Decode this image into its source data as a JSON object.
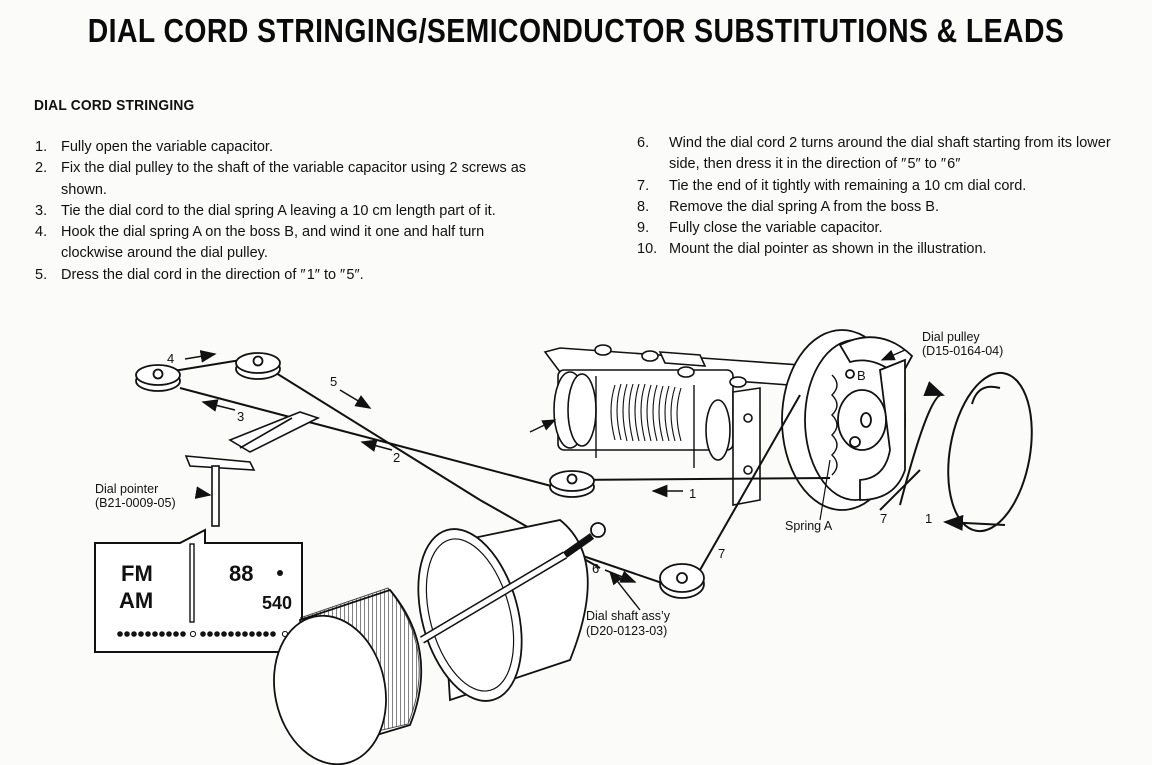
{
  "page": {
    "title": "DIAL CORD STRINGING/SEMICONDUCTOR SUBSTITUTIONS & LEADS",
    "section_heading": "DIAL CORD STRINGING"
  },
  "steps_left": [
    {
      "num": "1.",
      "text": "Fully open the variable capacitor."
    },
    {
      "num": "2.",
      "text": "Fix the dial pulley to the shaft of the variable capacitor using 2 screws as shown."
    },
    {
      "num": "3.",
      "text": "Tie the dial cord to the dial spring A leaving a 10 cm length part of it."
    },
    {
      "num": "4.",
      "text": "Hook the dial spring A on the boss B, and wind it one and half turn clockwise around the dial pulley."
    },
    {
      "num": "5.",
      "text": "Dress the dial cord in the direction of ″ 1″ to ″ 5″."
    }
  ],
  "steps_right": [
    {
      "num": "6.",
      "text": "Wind the dial cord 2 turns around the dial shaft starting from its lower side, then dress it in the direction of ″ 5″ to ″ 6″"
    },
    {
      "num": "7.",
      "text": "Tie the end of it tightly with remaining a 10 cm dial cord."
    },
    {
      "num": "8.",
      "text": "Remove the dial spring A from the boss B."
    },
    {
      "num": "9.",
      "text": "Fully close the variable capacitor."
    },
    {
      "num": "10.",
      "text": "Mount the dial pointer as shown in the illustration."
    }
  ],
  "diagram": {
    "labels": {
      "dial_pulley_name": "Dial pulley",
      "dial_pulley_part": "(D15-0164-04)",
      "dial_pointer_name": "Dial pointer",
      "dial_pointer_part": "(B21-0009-05)",
      "dial_shaft_name": "Dial shaft ass’y",
      "dial_shaft_part": "(D20-0123-03)",
      "spring_a": "Spring A",
      "boss_b": "B"
    },
    "cord_step_markers": {
      "m1": "1",
      "m2": "2",
      "m3": "3",
      "m4": "4",
      "m5": "5",
      "m6": "6",
      "m7": "7",
      "loop_1": "1",
      "loop_7": "7"
    },
    "dial_scale": {
      "band_fm": "FM",
      "band_am": "AM",
      "fm_value": "88",
      "am_value": "540"
    }
  }
}
